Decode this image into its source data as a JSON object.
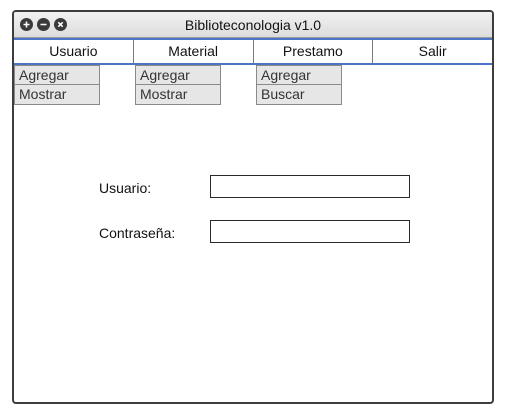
{
  "window": {
    "title": "Biblioteconologia v1.0",
    "controls": [
      "add-icon",
      "minimize-icon",
      "close-icon"
    ]
  },
  "menu": {
    "items": [
      {
        "label": "Usuario"
      },
      {
        "label": "Material"
      },
      {
        "label": "Prestamo"
      },
      {
        "label": "Salir"
      }
    ]
  },
  "submenus": {
    "usuario": {
      "items": [
        "Agregar",
        "Mostrar"
      ]
    },
    "material": {
      "items": [
        "Agregar",
        "Mostrar"
      ]
    },
    "prestamo": {
      "items": [
        "Agregar",
        "Buscar"
      ]
    }
  },
  "login": {
    "user_label": "Usuario:",
    "user_value": "",
    "password_label": "Contraseña:",
    "password_value": ""
  },
  "colors": {
    "accent": "#4a76c8",
    "window_border": "#3d3d3d",
    "submenu_bg": "#e6e6e6"
  }
}
